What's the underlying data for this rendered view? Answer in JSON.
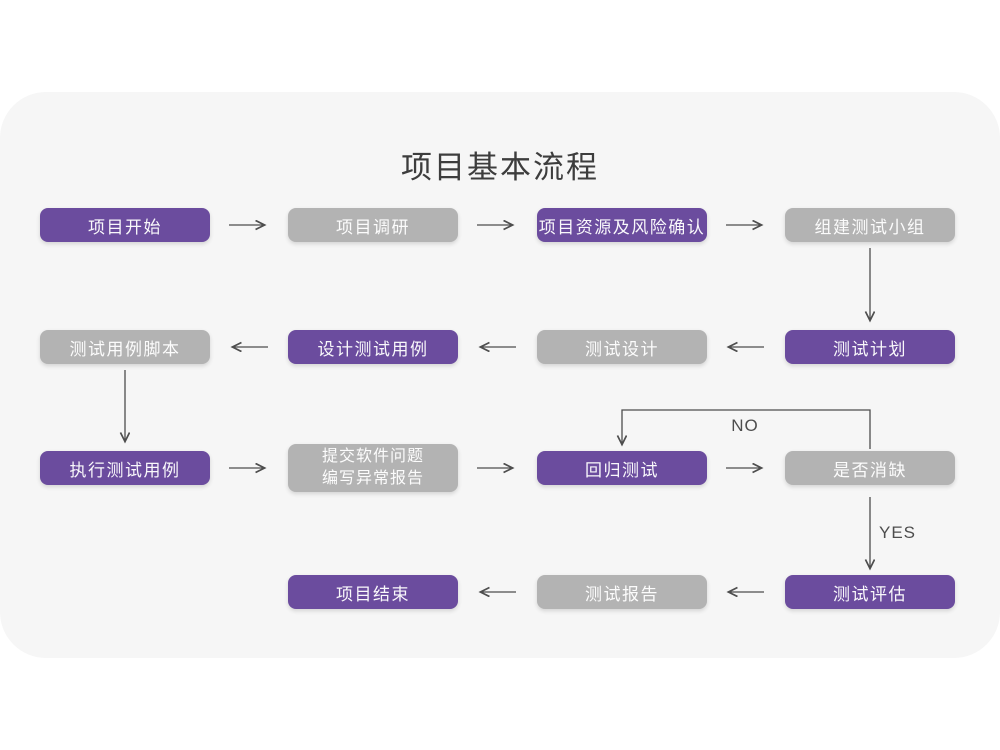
{
  "title": "项目基本流程",
  "decision_labels": {
    "no": "NO",
    "yes": "YES"
  },
  "nodes": {
    "project_start": "项目开始",
    "project_research": "项目调研",
    "resource_risk_confirm": "项目资源及风险确认",
    "build_test_team": "组建测试小组",
    "test_case_script": "测试用例脚本",
    "design_test_case": "设计测试用例",
    "test_design": "测试设计",
    "test_plan": "测试计划",
    "execute_test_case": "执行测试用例",
    "submit_issue_line1": "提交软件问题",
    "submit_issue_line2": "编写异常报告",
    "regression_test": "回归测试",
    "defect_cleared": "是否消缺",
    "project_end": "项目结束",
    "test_report": "测试报告",
    "test_evaluation": "测试评估"
  },
  "colors": {
    "node_purple": "#6B4C9E",
    "node_gray": "#B3B3B3",
    "card_background": "#F6F6F6",
    "page_background": "#FFFFFF",
    "arrow": "#4D4D4D",
    "title_text": "#3D3D3D",
    "node_text": "#FFFFFF"
  }
}
